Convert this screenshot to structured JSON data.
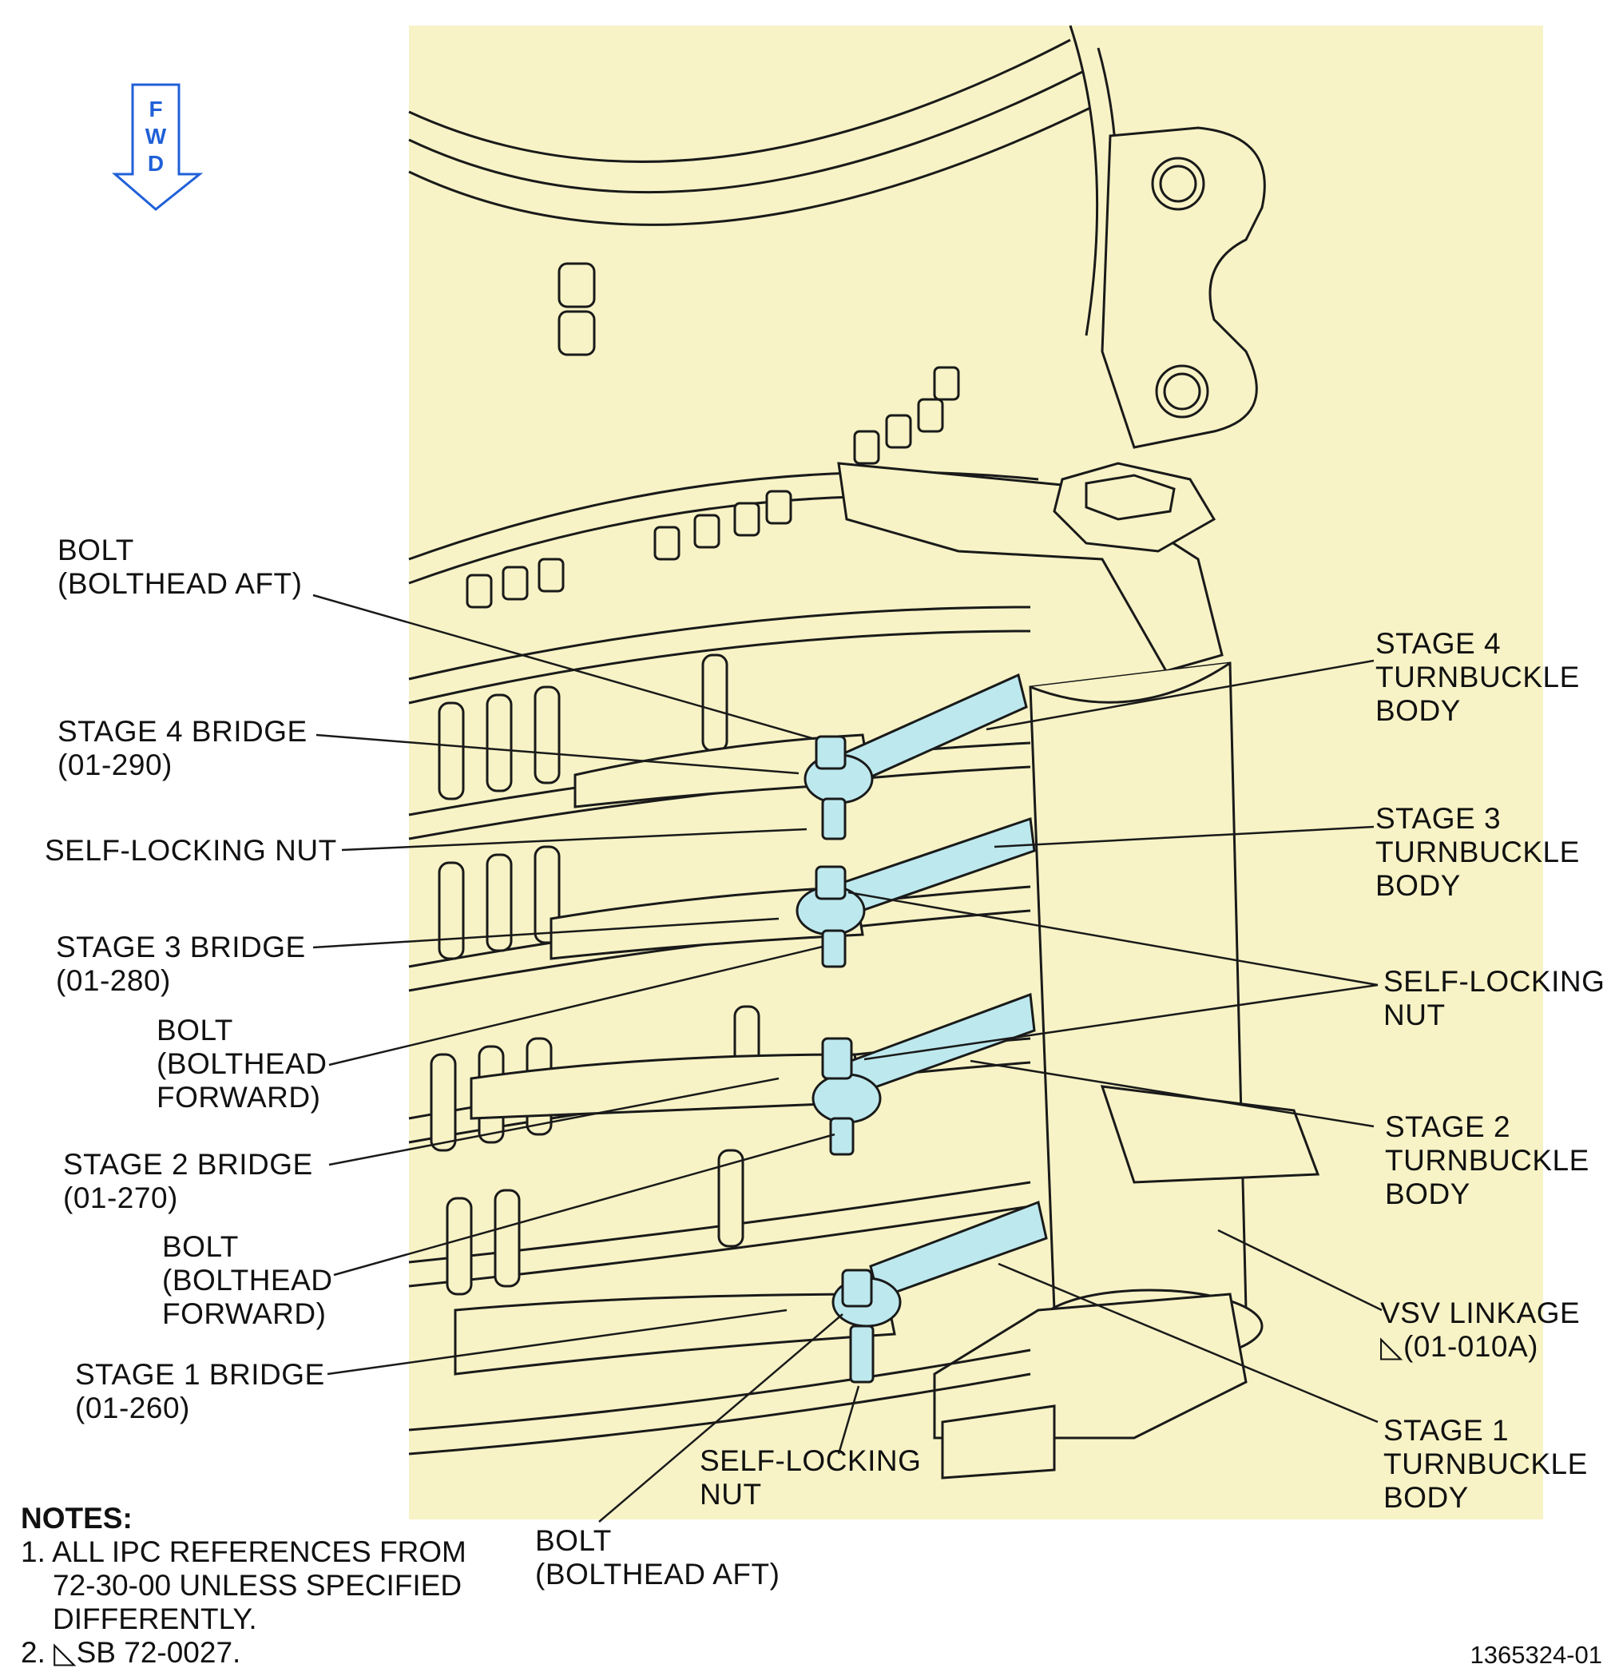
{
  "fwd_indicator": {
    "letters": [
      "F",
      "W",
      "D"
    ]
  },
  "labels": {
    "bolt_top": [
      "BOLT",
      "(BOLTHEAD AFT)"
    ],
    "stage4_bridge": [
      "STAGE 4 BRIDGE",
      "(01-290)"
    ],
    "selflock_left": [
      "SELF-LOCKING NUT"
    ],
    "stage3_bridge": [
      "STAGE 3 BRIDGE",
      "(01-280)"
    ],
    "bolt_fwd_1": [
      "BOLT",
      "(BOLTHEAD",
      "FORWARD)"
    ],
    "stage2_bridge": [
      "STAGE 2 BRIDGE",
      "(01-270)"
    ],
    "bolt_fwd_2": [
      "BOLT",
      "(BOLTHEAD",
      "FORWARD)"
    ],
    "stage1_bridge": [
      "STAGE 1 BRIDGE",
      "(01-260)"
    ],
    "selflock_bottom": [
      "SELF-LOCKING",
      "NUT"
    ],
    "bolt_bottom": [
      "BOLT",
      "(BOLTHEAD AFT)"
    ],
    "stage4_turnbuckle": [
      "STAGE 4",
      "TURNBUCKLE",
      "BODY"
    ],
    "stage3_turnbuckle": [
      "STAGE 3",
      "TURNBUCKLE",
      "BODY"
    ],
    "selflock_right": [
      "SELF-LOCKING",
      "NUT"
    ],
    "stage2_turnbuckle": [
      "STAGE 2",
      "TURNBUCKLE",
      "BODY"
    ],
    "vsv_linkage": {
      "line1": "VSV LINKAGE",
      "delta": "◺",
      "ref": "(01-010A)"
    },
    "stage1_turnbuckle": [
      "STAGE 1",
      "TURNBUCKLE",
      "BODY"
    ]
  },
  "notes": {
    "heading": "NOTES:",
    "note1": [
      "1. ALL IPC REFERENCES FROM",
      "72-30-00 UNLESS SPECIFIED",
      "DIFFERENTLY."
    ],
    "note2": {
      "prefix": "2. ",
      "delta": "◺",
      "text": "SB 72-0027."
    }
  },
  "figure_number": "1365324-01",
  "colors": {
    "background": "#F7F3C6",
    "highlight": "#BDE9EE",
    "line": "#1a1a1a",
    "arrow": "#2060D8"
  }
}
